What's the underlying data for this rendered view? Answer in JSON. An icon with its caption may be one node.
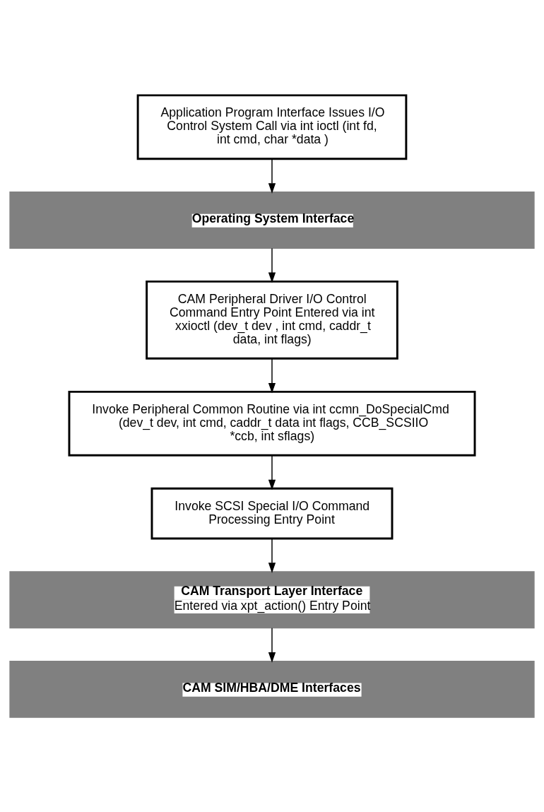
{
  "diagram": {
    "nodes": [
      {
        "text": [
          "Application Program Interface Issues I/O Control System Call via int ioctl (int fd, int cmd, char *data )"
        ]
      },
      {
        "text": [
          "Operating System Interface"
        ]
      },
      {
        "text": [
          "CAM Peripheral Driver I/O Control Command Entry Point Entered via int xxioctl (dev_t dev , int cmd, caddr_t data, int flags)"
        ]
      },
      {
        "text": [
          "Invoke Peripheral Common Routine via int ccmn_DoSpecialCmd (dev_t dev, int cmd, caddr_t data int flags, CCB_SCSIIO *ccb, int sflags)"
        ]
      },
      {
        "text": [
          "Invoke SCSI Special I/O Command Processing Entry Point"
        ]
      },
      {
        "text": [
          "CAM Transport Layer Interface",
          "Entered via xpt_action() Entry Point"
        ]
      },
      {
        "text": [
          "CAM SIM/HBA/DME Interfaces"
        ]
      }
    ],
    "edges": [
      {
        "from": 0,
        "to": 1,
        "arrow": "to"
      },
      {
        "from": 1,
        "to": 2,
        "arrow": "to"
      },
      {
        "from": 2,
        "to": 3,
        "arrow": "to"
      },
      {
        "from": 3,
        "to": 4,
        "arrow": "to"
      },
      {
        "from": 4,
        "to": 5,
        "arrow": "to"
      },
      {
        "from": 5,
        "to": 6,
        "arrow": "to"
      }
    ]
  }
}
